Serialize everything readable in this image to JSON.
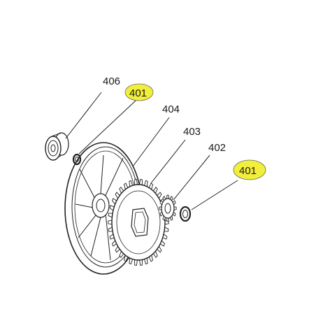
{
  "diagram": {
    "callouts": [
      {
        "id": "c406",
        "text": "406",
        "highlight": false
      },
      {
        "id": "c401a",
        "text": "401",
        "highlight": true
      },
      {
        "id": "c404",
        "text": "404",
        "highlight": false
      },
      {
        "id": "c403",
        "text": "403",
        "highlight": false
      },
      {
        "id": "c402",
        "text": "402",
        "highlight": false
      },
      {
        "id": "c401b",
        "text": "401",
        "highlight": true
      }
    ],
    "colors": {
      "highlight": "#f2ef3a",
      "line": "#222222",
      "background": "#ffffff"
    }
  }
}
